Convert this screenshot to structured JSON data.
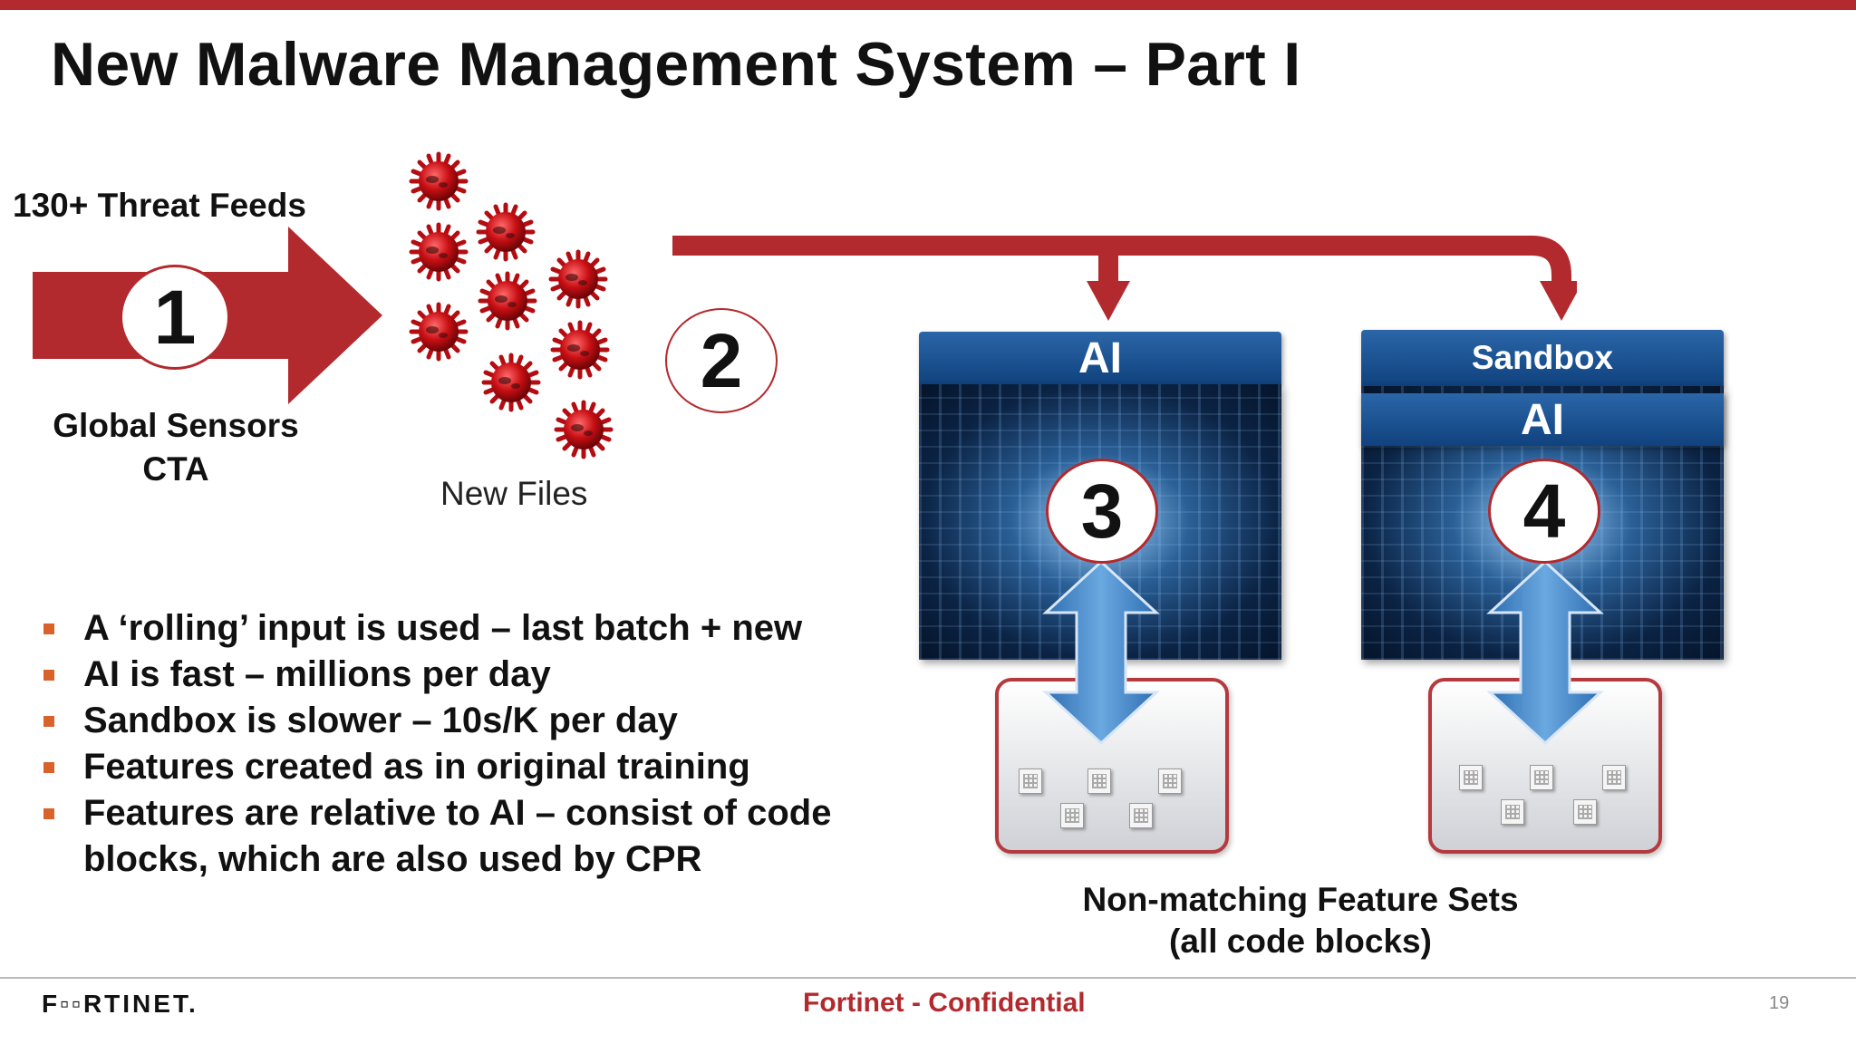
{
  "slide": {
    "title": "New Malware Management System – Part I",
    "page_number": "19"
  },
  "step1": {
    "top_label": "130+ Threat Feeds",
    "number": "1",
    "bottom_label_line1": "Global Sensors",
    "bottom_label_line2": "CTA"
  },
  "files": {
    "label": "New Files"
  },
  "step2": {
    "number": "2"
  },
  "panel_ai": {
    "header": "AI",
    "number": "3"
  },
  "panel_sandbox": {
    "header_top": "Sandbox",
    "header_ai": "AI",
    "number": "4"
  },
  "bullets": [
    "A ‘rolling’ input is used – last batch + new",
    "AI is fast – millions per day",
    "Sandbox is slower – 10s/K per day",
    "Features created as in original training",
    "Features are relative to AI – consist of code blocks, which are also used by CPR"
  ],
  "caption": {
    "line1": "Non-matching Feature Sets",
    "line2": "(all code blocks)"
  },
  "footer": {
    "logo": "F▫▫RTINET.",
    "confidential": "Fortinet - Confidential"
  },
  "colors": {
    "accent_red": "#b22a2e",
    "header_blue": "#1a4f8e",
    "bullet_orange": "#d9622b"
  }
}
